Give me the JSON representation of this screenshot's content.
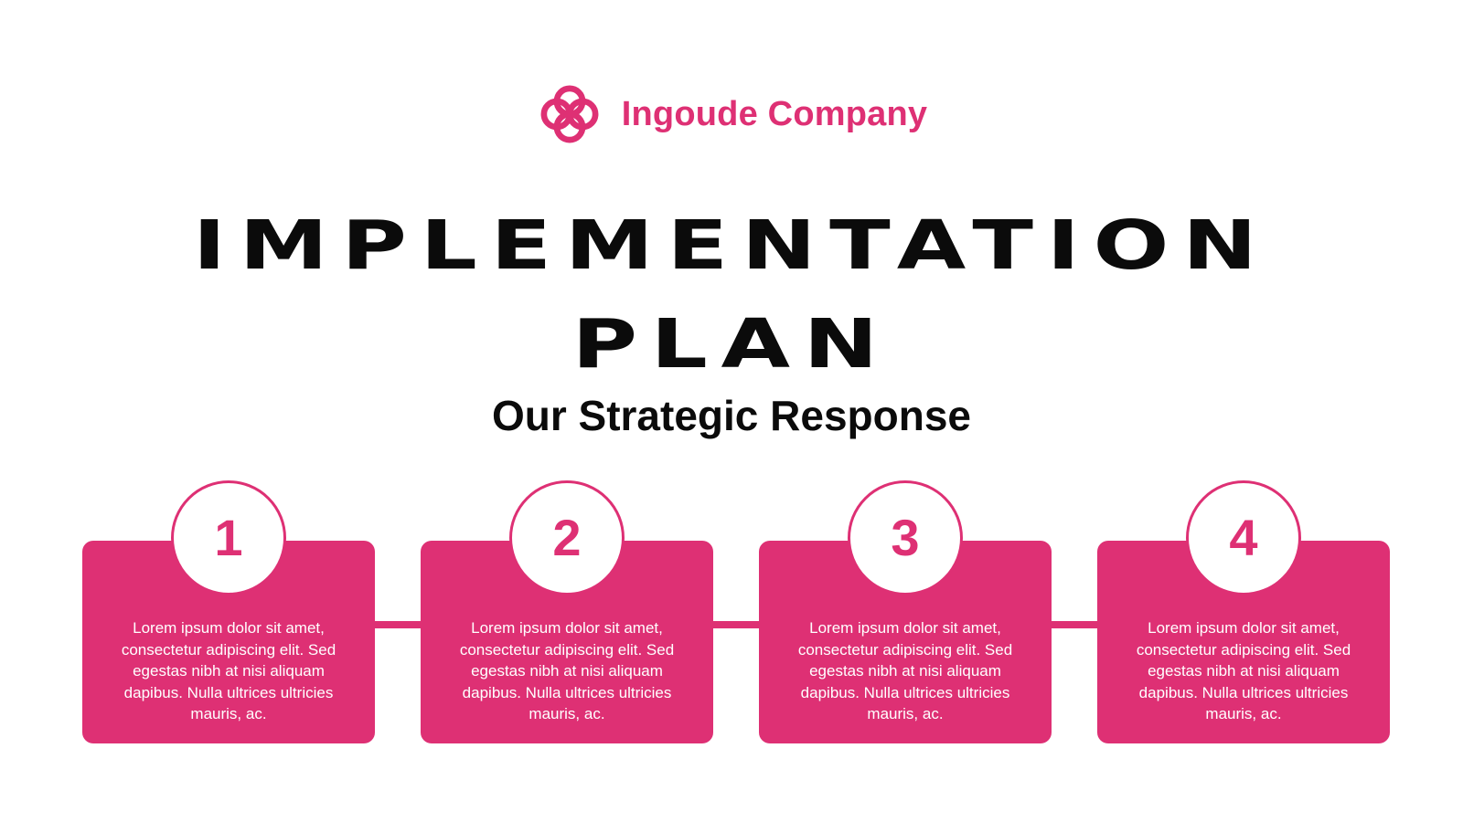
{
  "brand": {
    "name": "Ingoude Company",
    "logo_icon": "interlocking-rings-icon",
    "color": "#de3074"
  },
  "title": {
    "line1": "IMPLEMENTATION",
    "line2": "PLAN"
  },
  "subtitle": "Our Strategic Response",
  "accent_color": "#de3074",
  "steps": [
    {
      "number": "1",
      "text": "Lorem ipsum dolor sit amet, consectetur adipiscing elit. Sed egestas nibh at nisi aliquam dapibus. Nulla ultrices ultricies mauris, ac."
    },
    {
      "number": "2",
      "text": "Lorem ipsum dolor sit amet, consectetur adipiscing elit. Sed egestas nibh at nisi aliquam dapibus. Nulla ultrices ultricies mauris, ac."
    },
    {
      "number": "3",
      "text": "Lorem ipsum dolor sit amet, consectetur adipiscing elit. Sed egestas nibh at nisi aliquam dapibus. Nulla ultrices ultricies mauris, ac."
    },
    {
      "number": "4",
      "text": "Lorem ipsum dolor sit amet, consectetur adipiscing elit. Sed egestas nibh at nisi aliquam dapibus. Nulla ultrices ultricies mauris, ac."
    }
  ]
}
